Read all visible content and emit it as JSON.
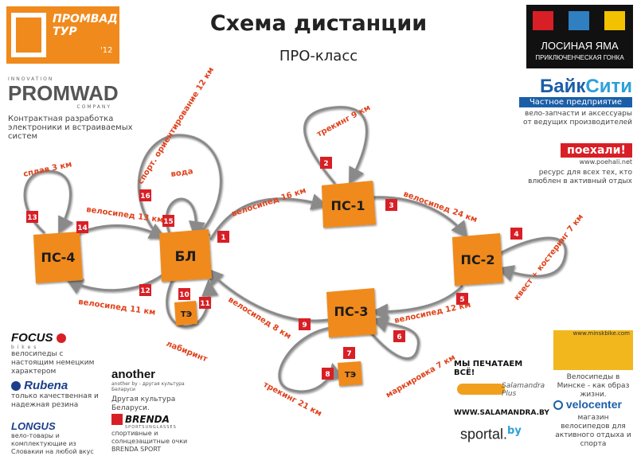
{
  "header": {
    "title": "Схема дистанции",
    "subtitle": "ПРО-класс"
  },
  "colors": {
    "orange": "#f08a1c",
    "red": "#d81f26",
    "route": "#888888",
    "label": "#e0421b"
  },
  "hubs": [
    {
      "id": "ps1",
      "label": "ПС-1"
    },
    {
      "id": "ps2",
      "label": "ПС-2"
    },
    {
      "id": "ps3",
      "label": "ПС-3"
    },
    {
      "id": "ps4",
      "label": "ПС-4"
    },
    {
      "id": "bl",
      "label": "БЛ"
    },
    {
      "id": "te1",
      "label": "ТЭ"
    },
    {
      "id": "te2",
      "label": "ТЭ"
    }
  ],
  "checkpoints": [
    "1",
    "2",
    "3",
    "4",
    "5",
    "6",
    "7",
    "8",
    "9",
    "10",
    "11",
    "12",
    "13",
    "14",
    "15",
    "16"
  ],
  "segments": {
    "s1": "велосипед 16 км",
    "s2": "трекинг 9 км",
    "s3": "велосипед 24 км",
    "s4": "квест + костеринг 7 км",
    "s5": "велосипед 12 км",
    "s6": "маркировка 7 км",
    "s7": "трекинг 21 км",
    "s8": "велосипед 8 км",
    "s9": "лабиринт",
    "s10": "велосипед 11 км",
    "s11": "сплав 3 км",
    "s12": "велосипед 13 км",
    "s13": "вода",
    "s14": "спорт. ориентирование 12 км"
  },
  "sponsors": {
    "promtour": {
      "logo": "ПРОМВАД ТУР",
      "year": "'12"
    },
    "losinaya": {
      "title": "ЛОСИНАЯ ЯМА",
      "subtitle": "ПРИКЛЮЧЕНЧЕСКАЯ ГОНКА"
    },
    "promwad": {
      "top": "INNOVATION",
      "logo": "PROMWAD",
      "bottom": "COMPANY",
      "text": "Контрактная разработка электроники и встраиваемых систем"
    },
    "bikecity": {
      "logo1": "Байк",
      "logo2": "Сити",
      "banner": "Частное предприятие",
      "text": "вело-запчасти и аксессуары от ведущих производителей"
    },
    "poehali": {
      "logo": "поехали!",
      "url": "www.poehali.net",
      "text": "ресурс для всех тех, кто влюблен в активный отдых"
    },
    "focus": {
      "logo": "FOCUS",
      "sub": "b i k e s",
      "text": "велосипеды с настоящим немецким характером"
    },
    "rubena": {
      "logo": "Rubena",
      "text": "только качественная и надежная резина"
    },
    "longus": {
      "logo": "LONGUS",
      "text": "вело-товары и комплектующие из Словакии на любой вкус"
    },
    "another": {
      "logo": "another",
      "small": "another by - другая культура Беларуси",
      "text": "Другая культура Беларуси."
    },
    "brenda": {
      "logo": "BRENDA",
      "sub": "SPORTSUNGLASSES",
      "text": "спортивные и солнцезащитные очки BRENDA SPORT"
    },
    "salamandra": {
      "headline": "МЫ ПЕЧАТАЕМ ВСЁ!",
      "brand": "Salamandra Plus",
      "url": "WWW.SALAMANDRA.BY"
    },
    "sportal": {
      "logo": "sportal.",
      "tld": "by"
    },
    "minskbike": {
      "url": "www.minskbike.com",
      "text": "Велосипеды в Минске - как образ жизни."
    },
    "velocenter": {
      "logo": "velocenter",
      "text": "магазин велосипедов для активного отдыха и спорта"
    }
  }
}
